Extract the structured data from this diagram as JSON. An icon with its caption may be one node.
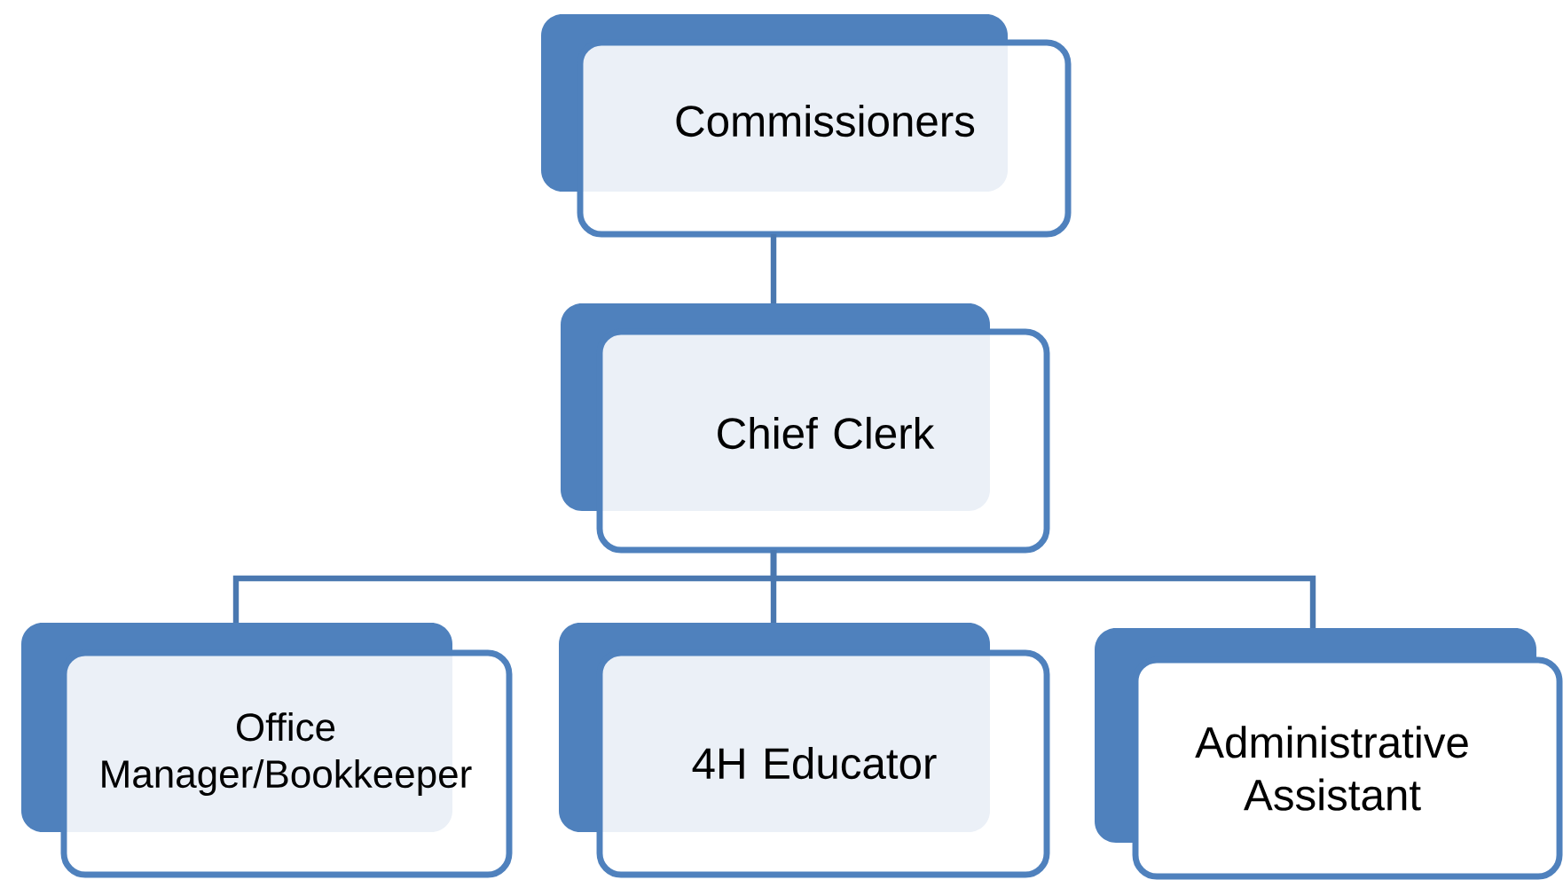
{
  "diagram": {
    "nodes": [
      {
        "text": [
          "Commissioners"
        ]
      },
      {
        "text": [
          "Chief Clerk"
        ]
      },
      {
        "text": [
          "Office Manager/Bookkeeper"
        ]
      },
      {
        "text": [
          "4H Educator"
        ]
      },
      {
        "text": [
          "Administrative Assistant"
        ]
      }
    ],
    "edges": [
      {
        "from": 0,
        "to": 1,
        "arrow": "none"
      },
      {
        "from": 1,
        "to": 2,
        "arrow": "none"
      },
      {
        "from": 1,
        "to": 3,
        "arrow": "none"
      },
      {
        "from": 1,
        "to": 4,
        "arrow": "none"
      }
    ]
  }
}
